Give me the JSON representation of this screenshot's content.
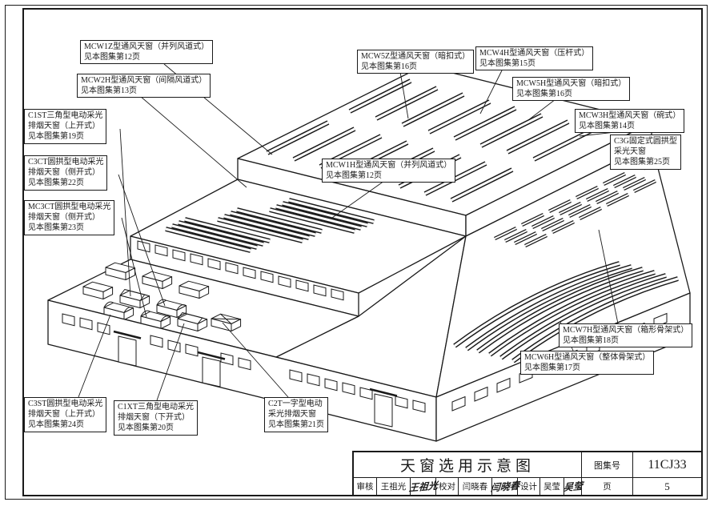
{
  "drawing": {
    "callouts": [
      {
        "id": "mcw1z",
        "lines": [
          "MCW1Z型通风天窗（并列风道式）",
          "见本图集第12页"
        ]
      },
      {
        "id": "mcw2h",
        "lines": [
          "MCW2H型通风天窗（间隔风道式）",
          "见本图集第13页"
        ]
      },
      {
        "id": "c1st",
        "lines": [
          "C1ST三角型电动采光",
          "排烟天窗（上开式）",
          "见本图集第19页"
        ]
      },
      {
        "id": "c3ct",
        "lines": [
          "C3CT圆拱型电动采光",
          "排烟天窗（侧开式）",
          "见本图集第22页"
        ]
      },
      {
        "id": "mc3ct",
        "lines": [
          "MC3CT圆拱型电动采光",
          "排烟天窗（侧开式）",
          "见本图集第23页"
        ]
      },
      {
        "id": "mcw5z",
        "lines": [
          "MCW5Z型通风天窗（暗扣式）",
          "见本图集第16页"
        ]
      },
      {
        "id": "mcw4h",
        "lines": [
          "MCW4H型通风天窗（压杆式）",
          "见本图集第15页"
        ]
      },
      {
        "id": "mcw5h",
        "lines": [
          "MCW5H型通风天窗（暗扣式）",
          "见本图集第16页"
        ]
      },
      {
        "id": "mcw3h",
        "lines": [
          "MCW3H型通风天窗（碗式）",
          "见本图集第14页"
        ]
      },
      {
        "id": "c3g",
        "lines": [
          "C3G固定式圆拱型",
          "采光天窗",
          "见本图集第25页"
        ]
      },
      {
        "id": "mcw1h",
        "lines": [
          "MCW1H型通风天窗（并列风道式）",
          "见本图集第12页"
        ]
      },
      {
        "id": "mcw7h",
        "lines": [
          "MCW7H型通风天窗（箱形骨架式）",
          "见本图集第18页"
        ]
      },
      {
        "id": "mcw6h",
        "lines": [
          "MCW6H型通风天窗（整体骨架式）",
          "见本图集第17页"
        ]
      },
      {
        "id": "c3st",
        "lines": [
          "C3ST圆拱型电动采光",
          "排烟天窗（上开式）",
          "见本图集第24页"
        ]
      },
      {
        "id": "c1xt",
        "lines": [
          "C1XT三角型电动采光",
          "排烟天窗（下开式）",
          "见本图集第20页"
        ]
      },
      {
        "id": "c2t",
        "lines": [
          "C2T一字型电动",
          "采光排烟天窗",
          "见本图集第21页"
        ]
      }
    ]
  },
  "title_block": {
    "title": "天窗选用示意图",
    "atlas_no_label": "图集号",
    "atlas_no": "11CJ33",
    "page_label": "页",
    "page_no": "5",
    "review_label": "审核",
    "reviewer": "王祖光",
    "reviewer_signature": "王祖光",
    "proof_label": "校对",
    "proofreader": "闫晓春",
    "proofreader_signature": "闫晓春",
    "design_label": "设计",
    "designer": "吴莹",
    "designer_signature": "吴莹"
  }
}
